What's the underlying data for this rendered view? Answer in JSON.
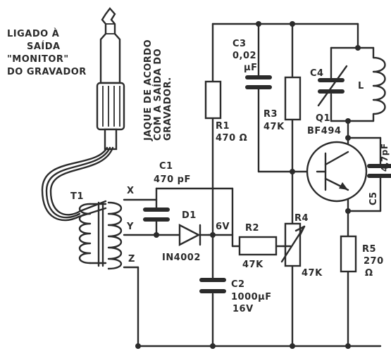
{
  "notes": {
    "plug_line1": "LIGADO  À",
    "plug_line2": "SAÍDA",
    "plug_line3": "\"MONITOR\"",
    "plug_line4": "DO GRAVADOR",
    "jack_line1": "JAQUE DE ACORDO",
    "jack_line2": "COM A SAÍDA DO",
    "jack_line3": "GRAVADOR."
  },
  "transformer": {
    "name": "T1",
    "tap_x": "X",
    "tap_y": "Y",
    "tap_z": "Z"
  },
  "c1": {
    "name": "C1",
    "value": "470 pF"
  },
  "d1": {
    "name": "D1",
    "value": "IN4002"
  },
  "node_6v": "6V",
  "r1": {
    "name": "R1",
    "value": "470 Ω"
  },
  "c2": {
    "name": "C2",
    "value_line1": "1000µF",
    "value_line2": "16V"
  },
  "c3": {
    "name": "C3",
    "value_line1": "0,02",
    "value_line2": "µF"
  },
  "r2": {
    "name": "R2",
    "value": "47K"
  },
  "r3": {
    "name": "R3",
    "value": "47K"
  },
  "r4": {
    "name": "R4",
    "value": "47K"
  },
  "c4": {
    "name": "C4"
  },
  "coil": {
    "name": "L"
  },
  "q1": {
    "name": "Q1",
    "value": "BF494"
  },
  "c5": {
    "name": "C5",
    "value": "4,7pF"
  },
  "r5": {
    "name": "R5",
    "value_line1": "270",
    "value_line2": "Ω"
  }
}
